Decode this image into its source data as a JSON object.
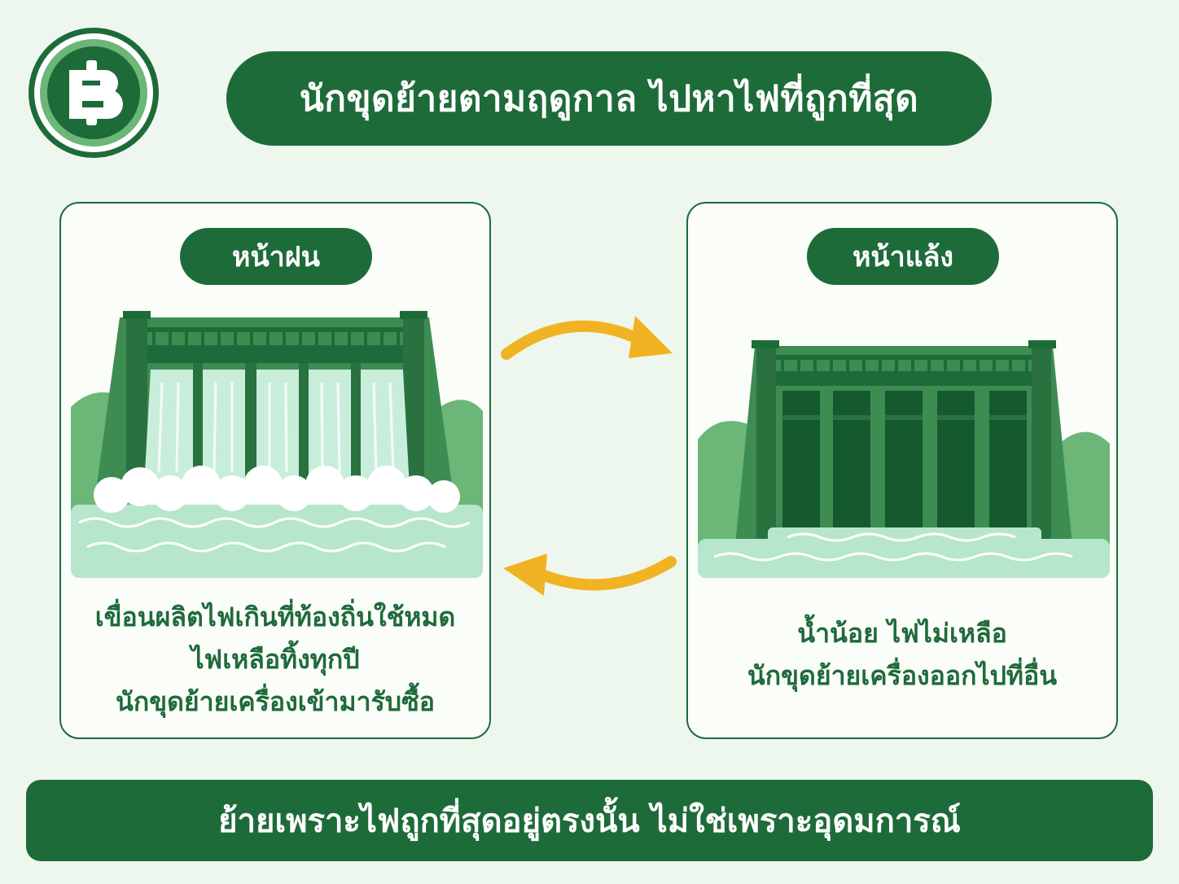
{
  "logo": {
    "icon": "baht-icon",
    "symbol": "฿"
  },
  "title": "นักขุดย้ายตามฤดูกาล ไปหาไฟที่ถูกที่สุด",
  "panels": [
    {
      "label": "หน้าฝน",
      "illustration": "dam-overflowing",
      "lines": [
        "เขื่อนผลิตไฟเกินที่ท้องถิ่นใช้หมด",
        "ไฟเหลือทิ้งทุกปี",
        "นักขุดย้ายเครื่องเข้ามารับซื้อ"
      ]
    },
    {
      "label": "หน้าแล้ง",
      "illustration": "dam-low-water",
      "lines": [
        "น้ำน้อย ไฟไม่เหลือ",
        "นักขุดย้ายเครื่องออกไปที่อื่น"
      ]
    }
  ],
  "arrows": {
    "icon": "cycle-arrows-icon",
    "color": "#f0b323"
  },
  "footer": "ย้ายเพราะไฟถูกที่สุดอยู่ตรงนั้น ไม่ใช่เพราะอุดมการณ์",
  "colors": {
    "primary": "#1e6b3a",
    "background": "#eef7ee",
    "hill": "#6cb678",
    "water": "#b6e6cc",
    "arrow": "#f0b323"
  }
}
